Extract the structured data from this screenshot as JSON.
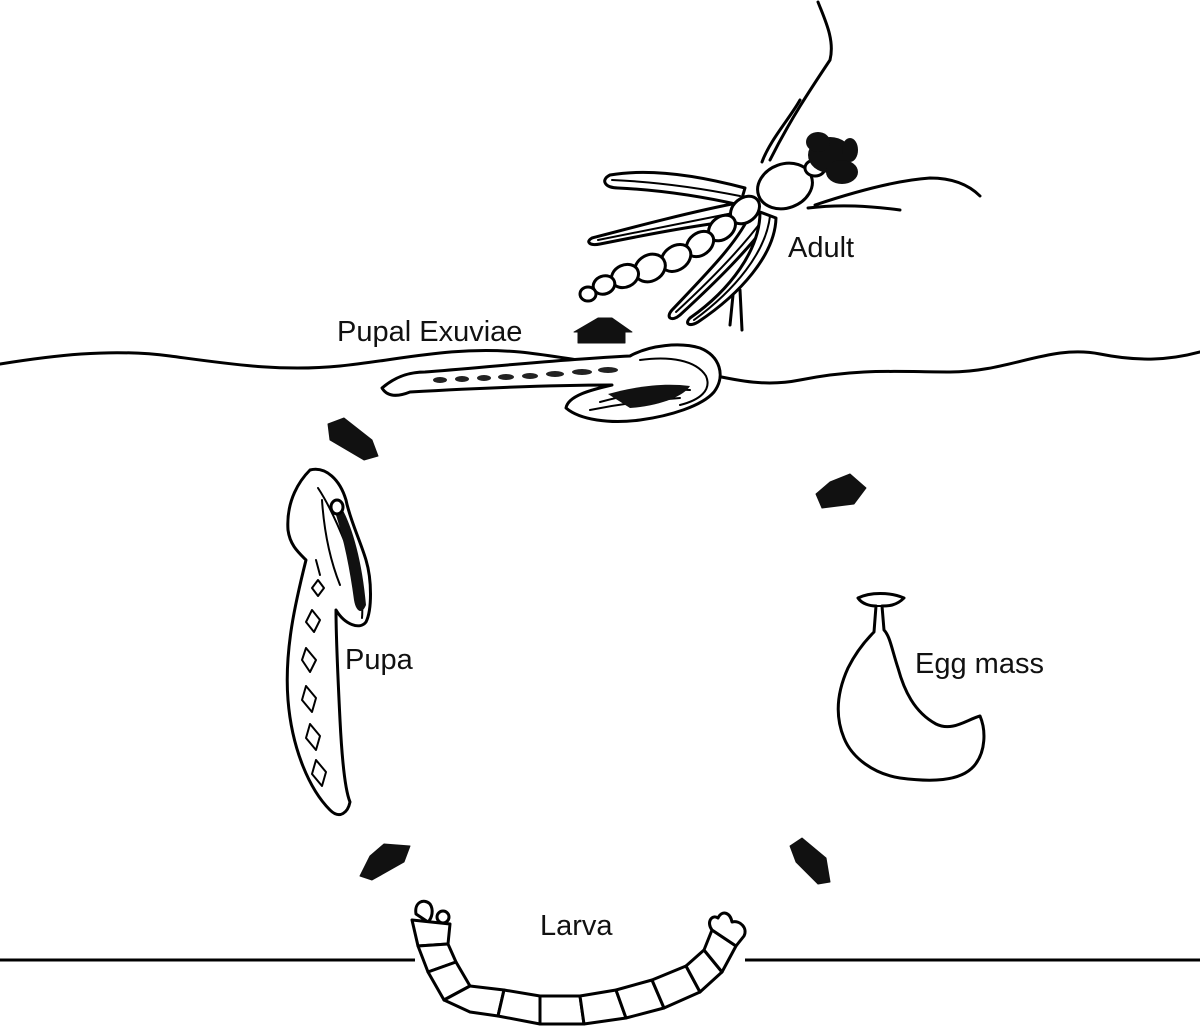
{
  "labels": {
    "adult": "Adult",
    "pupal_exuviae": "Pupal Exuviae",
    "pupa": "Pupa",
    "egg_mass": "Egg mass",
    "larva": "Larva"
  },
  "colors": {
    "ink": "#000000",
    "arrow": "#111111",
    "egg_dark": "#3a3a3a",
    "egg_light": "#f2f2f2"
  },
  "icons": [
    "adult-midge-icon",
    "pupal-exuviae-icon",
    "pupa-icon",
    "egg-mass-icon",
    "larva-icon",
    "cycle-arrow-icon"
  ]
}
